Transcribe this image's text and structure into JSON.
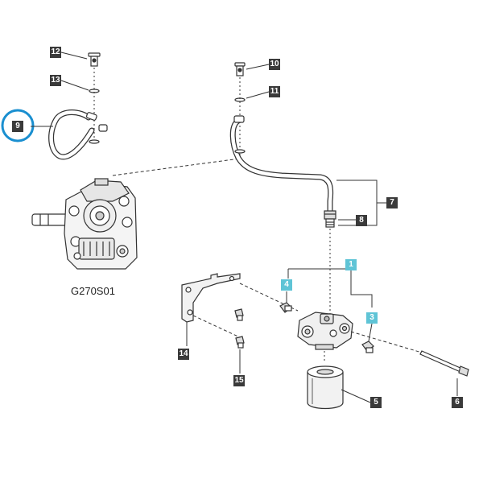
{
  "callouts": [
    {
      "id": "12",
      "text": "12",
      "style": "dark"
    },
    {
      "id": "13",
      "text": "13",
      "style": "dark"
    },
    {
      "id": "9",
      "text": "9",
      "style": "dark",
      "highlighted": true
    },
    {
      "id": "10",
      "text": "10",
      "style": "dark"
    },
    {
      "id": "11",
      "text": "11",
      "style": "dark"
    },
    {
      "id": "7",
      "text": "7",
      "style": "dark"
    },
    {
      "id": "8",
      "text": "8",
      "style": "dark"
    },
    {
      "id": "1",
      "text": "1",
      "style": "cyan"
    },
    {
      "id": "4",
      "text": "4",
      "style": "cyan"
    },
    {
      "id": "3",
      "text": "3",
      "style": "cyan"
    },
    {
      "id": "14",
      "text": "14",
      "style": "dark"
    },
    {
      "id": "15",
      "text": "15",
      "style": "dark"
    },
    {
      "id": "5",
      "text": "5",
      "style": "dark"
    },
    {
      "id": "6",
      "text": "6",
      "style": "dark"
    }
  ],
  "caption": "G270S01",
  "colors": {
    "label_dark": "#3a3a3a",
    "label_cyan": "#5fc4d6",
    "highlight_circle": "#1a8fd0",
    "line": "#333333"
  }
}
